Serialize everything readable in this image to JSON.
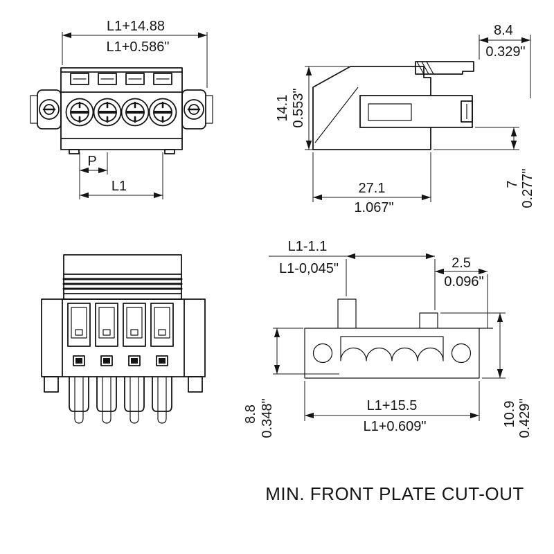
{
  "caption": "MIN. FRONT PLATE CUT-OUT",
  "front_view": {
    "width_mm": "L1+14.88",
    "width_in": "L1+0.586\"",
    "pitch_label": "P",
    "length_label": "L1"
  },
  "side_view": {
    "latch_mm": "8.4",
    "latch_in": "0.329\"",
    "height_mm": "14.1",
    "height_in": "0.553\"",
    "depth_mm": "27.1",
    "depth_in": "1.067\"",
    "panel_mm": "7",
    "panel_in": "0.277\""
  },
  "cutout_view": {
    "top_mm": "L1-1.1",
    "top_in": "L1-0,045\"",
    "offset_mm": "2.5",
    "offset_in": "0.096\"",
    "left_mm": "8.8",
    "left_in": "0.348\"",
    "width_mm": "L1+15.5",
    "width_in": "L1+0.609\"",
    "right_mm": "10.9",
    "right_in": "0.429\""
  }
}
